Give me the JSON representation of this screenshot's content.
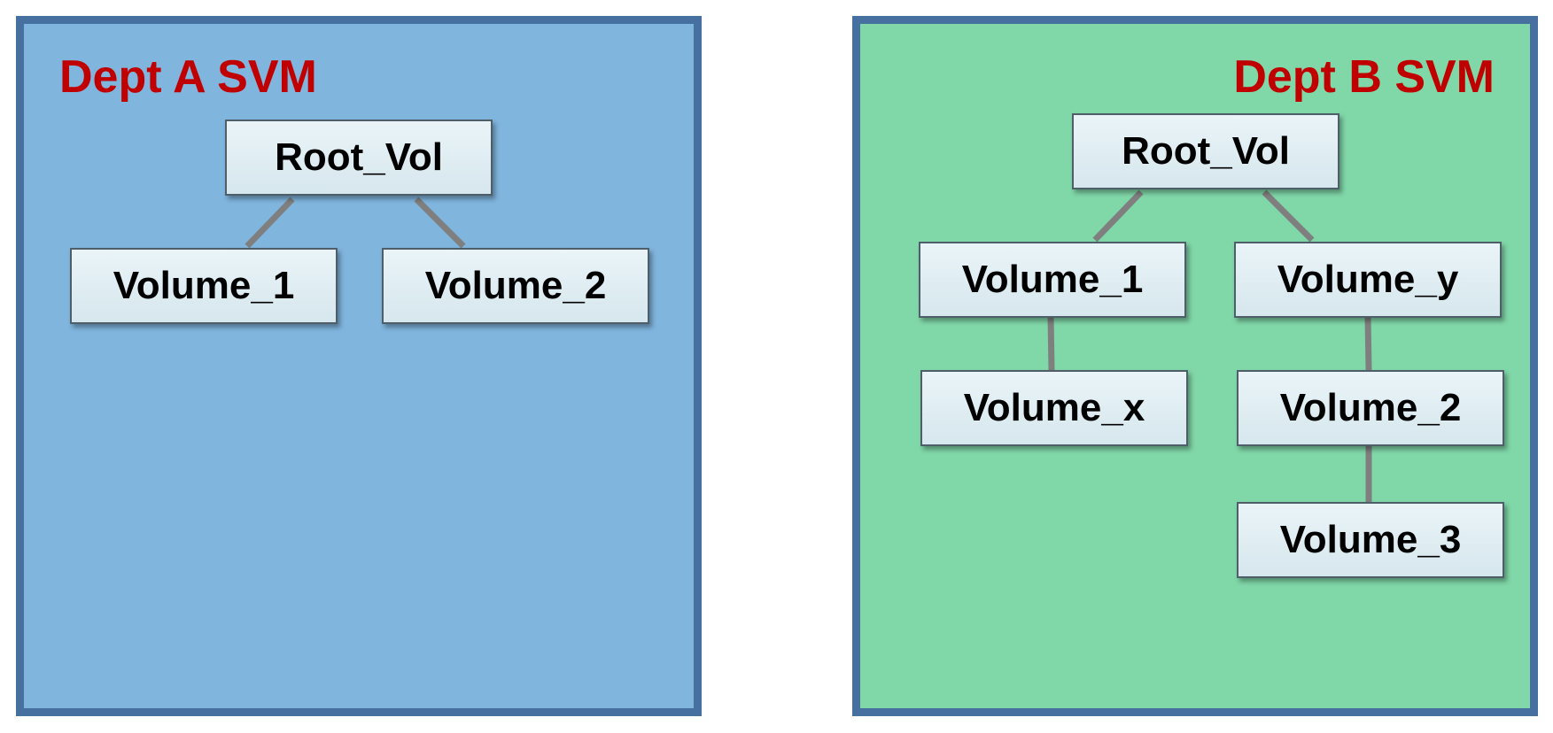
{
  "colors": {
    "dept_a_fill": "#80b5de",
    "dept_b_fill": "#80d7a8",
    "frame_border": "#4670a0",
    "title_text": "#c00000",
    "node_fill": "#e2eef3",
    "connector": "#7f7f7f"
  },
  "dept_a": {
    "title": "Dept A SVM",
    "root": "Root_Vol",
    "volume_1": "Volume_1",
    "volume_2": "Volume_2"
  },
  "dept_b": {
    "title": "Dept B SVM",
    "root": "Root_Vol",
    "volume_1": "Volume_1",
    "volume_y": "Volume_y",
    "volume_x": "Volume_x",
    "volume_2": "Volume_2",
    "volume_3": "Volume_3"
  }
}
